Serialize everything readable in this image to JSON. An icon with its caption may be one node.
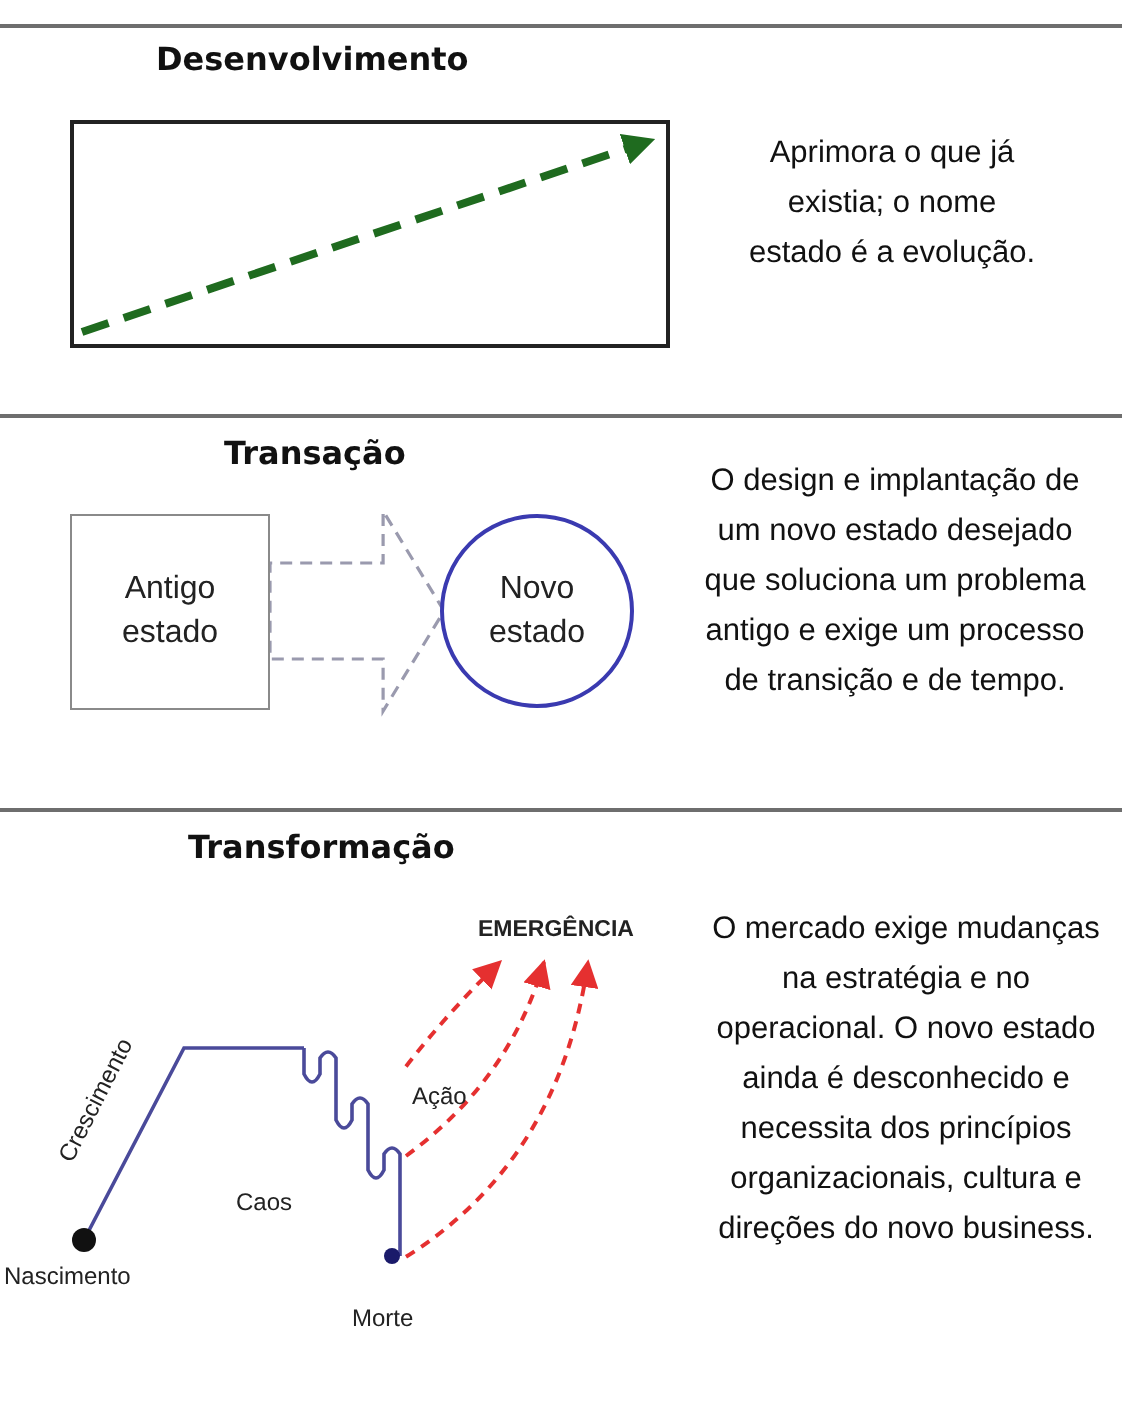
{
  "diagram": {
    "nodes": [
      {
        "text": [
          "Desenvolvimento"
        ]
      },
      {
        "text": [
          "Antigo estado"
        ]
      },
      {
        "text": [
          "Novo estado"
        ]
      },
      {
        "text": [
          "EMERGÊNCIA"
        ]
      },
      {
        "text": [],
        "shape": "line",
        "beside": [
          "Caos",
          "Morte"
        ]
      }
    ],
    "edges": [
      {
        "from": 1,
        "to": 2,
        "arrow": "to",
        "style": "dashed",
        "color": "#9a9aae"
      },
      {
        "from": 4,
        "to": 3,
        "arrow": "to",
        "style": "dashed",
        "color": "#e53030"
      },
      {
        "from": 4,
        "to": 3,
        "arrow": "to",
        "style": "dashed",
        "color": "#e53030"
      },
      {
        "from": 4,
        "to": 3,
        "arrow": "to",
        "style": "dashed",
        "color": "#e53030"
      }
    ],
    "labels": [
      "Aprimora o que já existia; o nome estado é a evolução.",
      "Transação",
      "O design e implantação de um novo estado desejado que soluciona um problema antigo e exige um processo de transição e de tempo.",
      "Transformação",
      "Crescimento",
      "Ação",
      "Nascimento",
      "O mercado exige mudanças na estratégia e no operacional. O novo estado ainda é desconhecido e necessita dos princípios organizacionais, cultura e direções do novo business."
    ]
  }
}
